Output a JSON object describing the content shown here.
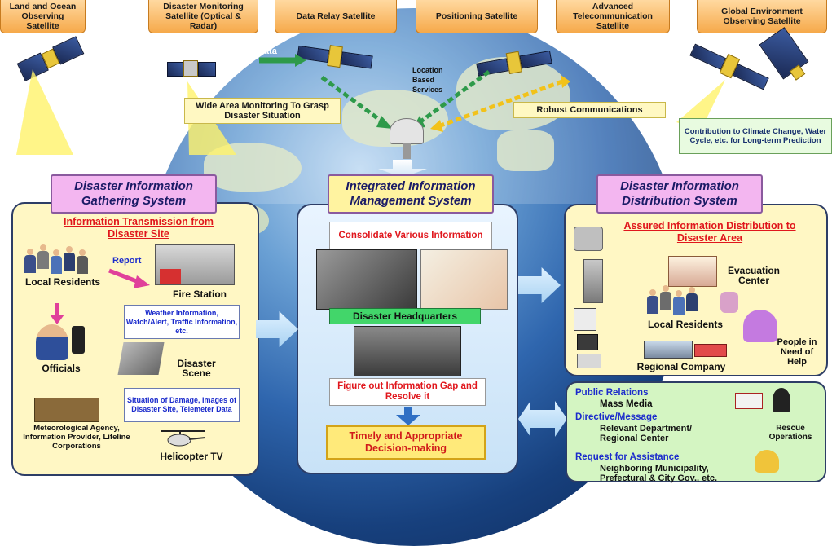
{
  "satellites": [
    {
      "label": "Land and Ocean Observing Satellite"
    },
    {
      "label": "Disaster Monitoring Satellite (Optical & Radar)"
    },
    {
      "label": "Data Relay Satellite"
    },
    {
      "label": "Positioning Satellite"
    },
    {
      "label": "Advanced Telecommunication Satellite"
    },
    {
      "label": "Global Environment Observing Satellite"
    }
  ],
  "globe_labels": {
    "data": "Data",
    "location": "Location Based Services",
    "wide_area": "Wide Area Monitoring To Grasp Disaster Situation",
    "robust": "Robust Communications",
    "climate": "Contribution to Climate Change, Water Cycle, etc. for Long-term Prediction"
  },
  "gathering": {
    "title": "Disaster Information Gathering System",
    "heading": "Information Transmission from Disaster Site",
    "report": "Report",
    "local_residents": "Local Residents",
    "fire_station": "Fire Station",
    "weather_box": "Weather Information, Watch/Alert, Traffic Information, etc.",
    "officials": "Officials",
    "disaster_scene": "Disaster Scene",
    "damage_box": "Situation of Damage, Images of Disaster Site, Telemeter Data",
    "met_agency": "Meteorological Agency, Information Provider, Lifeline Corporations",
    "helicopter": "Helicopter TV"
  },
  "management": {
    "title": "Integrated Information Management System",
    "consolidate": "Consolidate Various Information",
    "headquarters": "Disaster Headquarters",
    "gap": "Figure out Information Gap and Resolve it",
    "decision": "Timely and Appropriate Decision-making"
  },
  "distribution": {
    "title": "Disaster Information Distribution System",
    "heading": "Assured Information Distribution to Disaster Area",
    "evacuation": "Evacuation Center",
    "local_residents": "Local Residents",
    "people_help": "People in Need of Help",
    "regional_company": "Regional Company"
  },
  "relations": {
    "public_relations": "Public Relations",
    "mass_media": "Mass Media",
    "directive": "Directive/Message",
    "relevant_dept": "Relevant Department/ Regional Center",
    "request": "Request for Assistance",
    "neighboring": "Neighboring Municipality, Prefectural & City Gov., etc.",
    "rescue": "Rescue Operations"
  },
  "colors": {
    "panel_fill": "#fff7c4",
    "title_fill": "#f3b6f0",
    "accent_red": "#e0161c",
    "accent_blue": "#1b2bcc",
    "arrow_green": "#2e9a4a",
    "arrow_yellow": "#f2c21a"
  }
}
